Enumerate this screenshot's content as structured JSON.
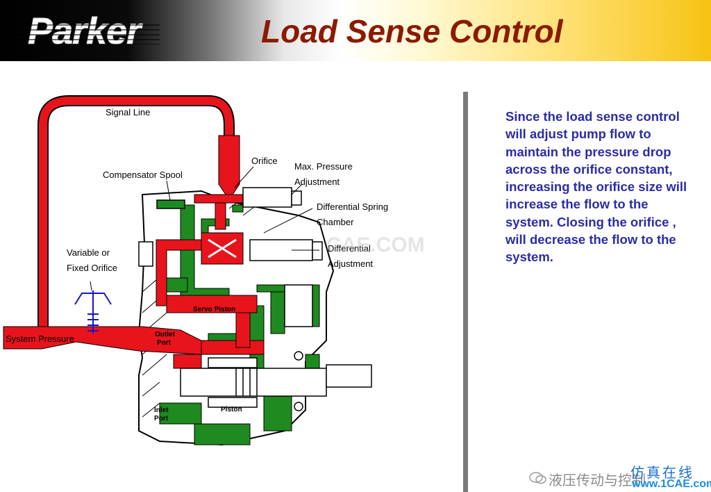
{
  "header": {
    "brand": "Parker",
    "title": "Load Sense Control",
    "colors": {
      "title": "#8b1a00",
      "gold": "#f6c313"
    }
  },
  "diagram": {
    "labels": {
      "signal_line": "Signal Line",
      "compensator_spool": "Compensator Spool",
      "orifice": "Orifice",
      "max_pressure_1": "Max. Pressure",
      "max_pressure_2": "Adjustment",
      "diff_spring_1": "Differential Spring",
      "diff_spring_2": "Chamber",
      "variable_1": "Variable or",
      "variable_2": "Fixed Orifice",
      "diff_adj_1": "Differential",
      "diff_adj_2": "Adjustment",
      "servo_piston": "Servo Piston",
      "system_pressure": "System Pressure",
      "outlet_1": "Outlet",
      "outlet_2": "Port",
      "inlet_1": "Inlet",
      "inlet_2": "Port",
      "piston": "Piston"
    },
    "colors": {
      "pressure": "#e8141c",
      "case": "#1f8a1f",
      "orifice": "#1414c8"
    }
  },
  "description": "Since the load sense control will adjust pump flow to maintain the pressure drop across the orifice constant, increasing the orifice size will increase the flow to the system.  Closing the orifice , will decrease the flow to the system.",
  "watermarks": {
    "center": "CAE.COM",
    "wechat": "液压传动与控制",
    "site_cn": "仿真在线",
    "site_en": "www.1CAE.com"
  }
}
